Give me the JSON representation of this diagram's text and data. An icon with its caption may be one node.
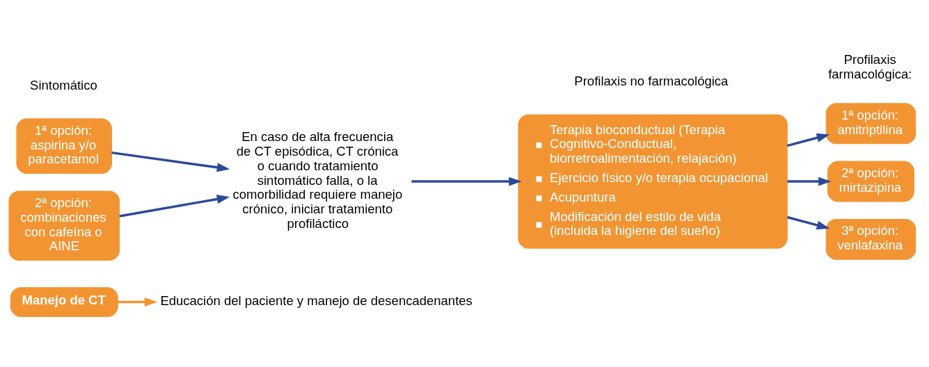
{
  "diagram": {
    "nodes": [
      {
        "text": [
          "Manejo de CT"
        ]
      },
      {
        "text": [
          "Educación del paciente y manejo de desencadenantes"
        ]
      },
      {
        "text": [
          "1ª opción: aspirina y/o paracetamol"
        ]
      },
      {
        "text": [
          "2ª opción: combinaciones con cafeína o AINE"
        ]
      },
      {
        "text": [
          "En caso de alta frecuencia de CT episódica, CT crónica o cuando tratamiento sintomático falla, o la comorbilidad requiere manejo crónico, iniciar tratamiento profiláctico"
        ]
      },
      {
        "text": [
          "Terapia bioconductual (Terapia Cognitivo-Conductual, biorretroalimentación, relajación)",
          "Ejercicio físico y/o terapia ocupacional",
          "Acupuntura",
          "Modificación del estilo de vida (incluida la higiene del sueño)"
        ]
      },
      {
        "text": [
          "1ª opción: amitriptilina"
        ]
      },
      {
        "text": [
          "2ª opción: mirtazipina"
        ]
      },
      {
        "text": [
          "3ª opción: venlafaxina"
        ]
      }
    ],
    "edges": [
      {
        "from": 0,
        "to": 1,
        "arrow": "to",
        "color": "#f39433"
      },
      {
        "from": 2,
        "to": 4,
        "arrow": "to"
      },
      {
        "from": 3,
        "to": 4,
        "arrow": "to"
      },
      {
        "from": 4,
        "to": 5,
        "arrow": "to"
      },
      {
        "from": 5,
        "to": 6,
        "arrow": "to"
      },
      {
        "from": 5,
        "to": 7,
        "arrow": "to"
      },
      {
        "from": 5,
        "to": 8,
        "arrow": "to"
      }
    ],
    "labels": [
      "Sintomático",
      "Profilaxis no farmacológica",
      "Profilaxis farmacológica:"
    ]
  }
}
